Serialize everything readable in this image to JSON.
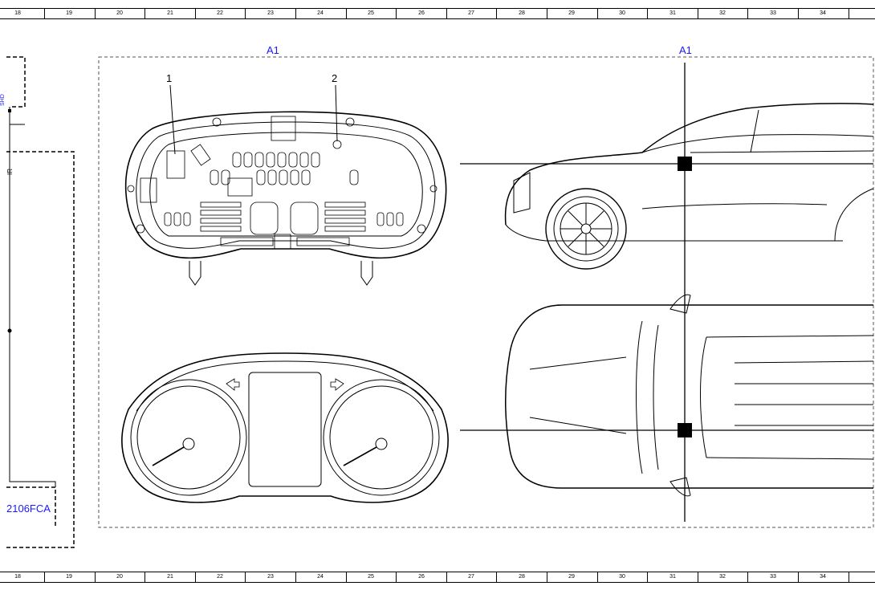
{
  "ruler": {
    "labels": [
      "18",
      "19",
      "20",
      "21",
      "22",
      "23",
      "24",
      "25",
      "26",
      "27",
      "28",
      "29",
      "30",
      "31",
      "32",
      "33",
      "34"
    ]
  },
  "frame": {
    "left_label": "A1",
    "right_label": "A1"
  },
  "callouts": {
    "one": "1",
    "two": "2"
  },
  "left_panel": {
    "shd_label": "SHD",
    "ir_label": "IR",
    "connector_label": "2106FCA"
  },
  "colors": {
    "line": "#000000",
    "link_blue": "#1a1aff"
  }
}
